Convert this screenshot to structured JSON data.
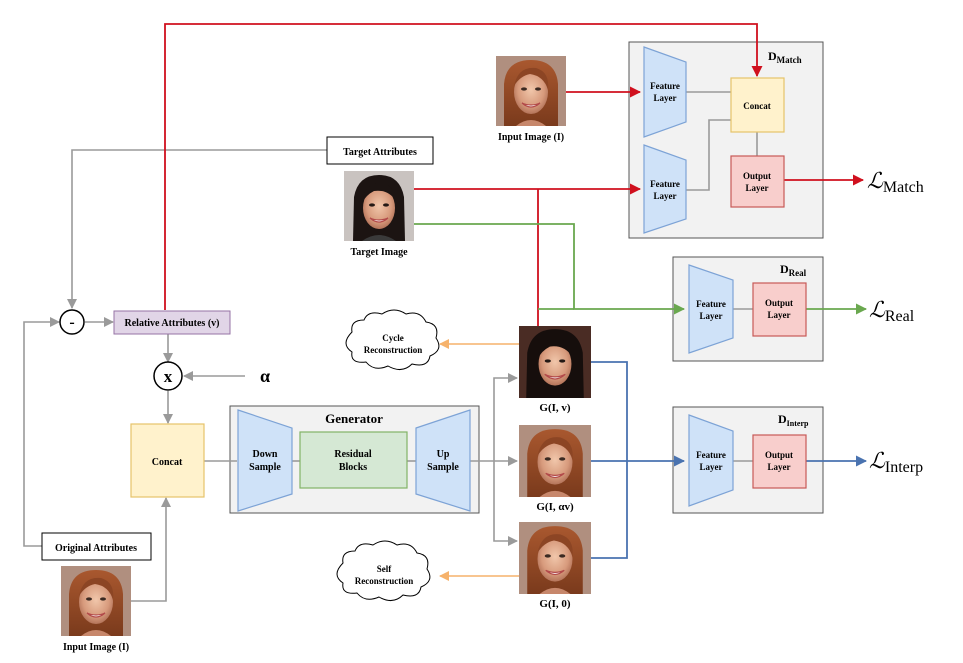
{
  "generator": {
    "title": "Generator",
    "down_sample": [
      "Down",
      "Sample"
    ],
    "residual_blocks": [
      "Residual",
      "Blocks"
    ],
    "up_sample": [
      "Up",
      "Sample"
    ]
  },
  "concat_label": "Concat",
  "relative_attributes": "Relative Attributes (v)",
  "target_attributes": "Target Attributes",
  "original_attributes": "Original Attributes",
  "minus_symbol": "-",
  "times_symbol": "x",
  "alpha_symbol": "α",
  "images": {
    "input_image_top": "Input Image (I)",
    "input_image_bottom": "Input Image (I)",
    "target_image": "Target Image",
    "g_v": "G(I, v)",
    "g_alpha_v": "G(I, αv)",
    "g_zero": "G(I, 0)"
  },
  "clouds": {
    "cycle": [
      "Cycle",
      "Reconstruction"
    ],
    "self": [
      "Self",
      "Reconstruction"
    ]
  },
  "discriminators": {
    "match": {
      "name": "D",
      "sub": "Match",
      "feature_layer": [
        "Feature",
        "Layer"
      ],
      "concat": "Concat",
      "output_layer": [
        "Output",
        "Layer"
      ],
      "loss": "Match"
    },
    "real": {
      "name": "D",
      "sub": "Real",
      "feature_layer": [
        "Feature",
        "Layer"
      ],
      "output_layer": [
        "Output",
        "Layer"
      ],
      "loss": "Real"
    },
    "interp": {
      "name": "D",
      "sub": "Interp",
      "feature_layer": [
        "Feature",
        "Layer"
      ],
      "output_layer": [
        "Output",
        "Layer"
      ],
      "loss": "Interp"
    }
  },
  "loss_symbol": "ℒ",
  "colors": {
    "red": "#d0101e",
    "green": "#6aa84f",
    "blue": "#4a73b0",
    "orange": "#f6b26b",
    "gray": "#9a9a9a",
    "trapezoid_fill": "#cfe2f8",
    "trapezoid_stroke": "#7da3d6",
    "concat_fill": "#fff2cc",
    "concat_stroke": "#e6c36a",
    "output_fill": "#f8cecc",
    "output_stroke": "#c85a57",
    "residual_fill": "#d5e8d4",
    "residual_stroke": "#82b366",
    "relattr_fill": "#e1d5e7",
    "relattr_stroke": "#9673a6",
    "panel_fill": "#f2f2f2",
    "panel_stroke": "#555555"
  }
}
